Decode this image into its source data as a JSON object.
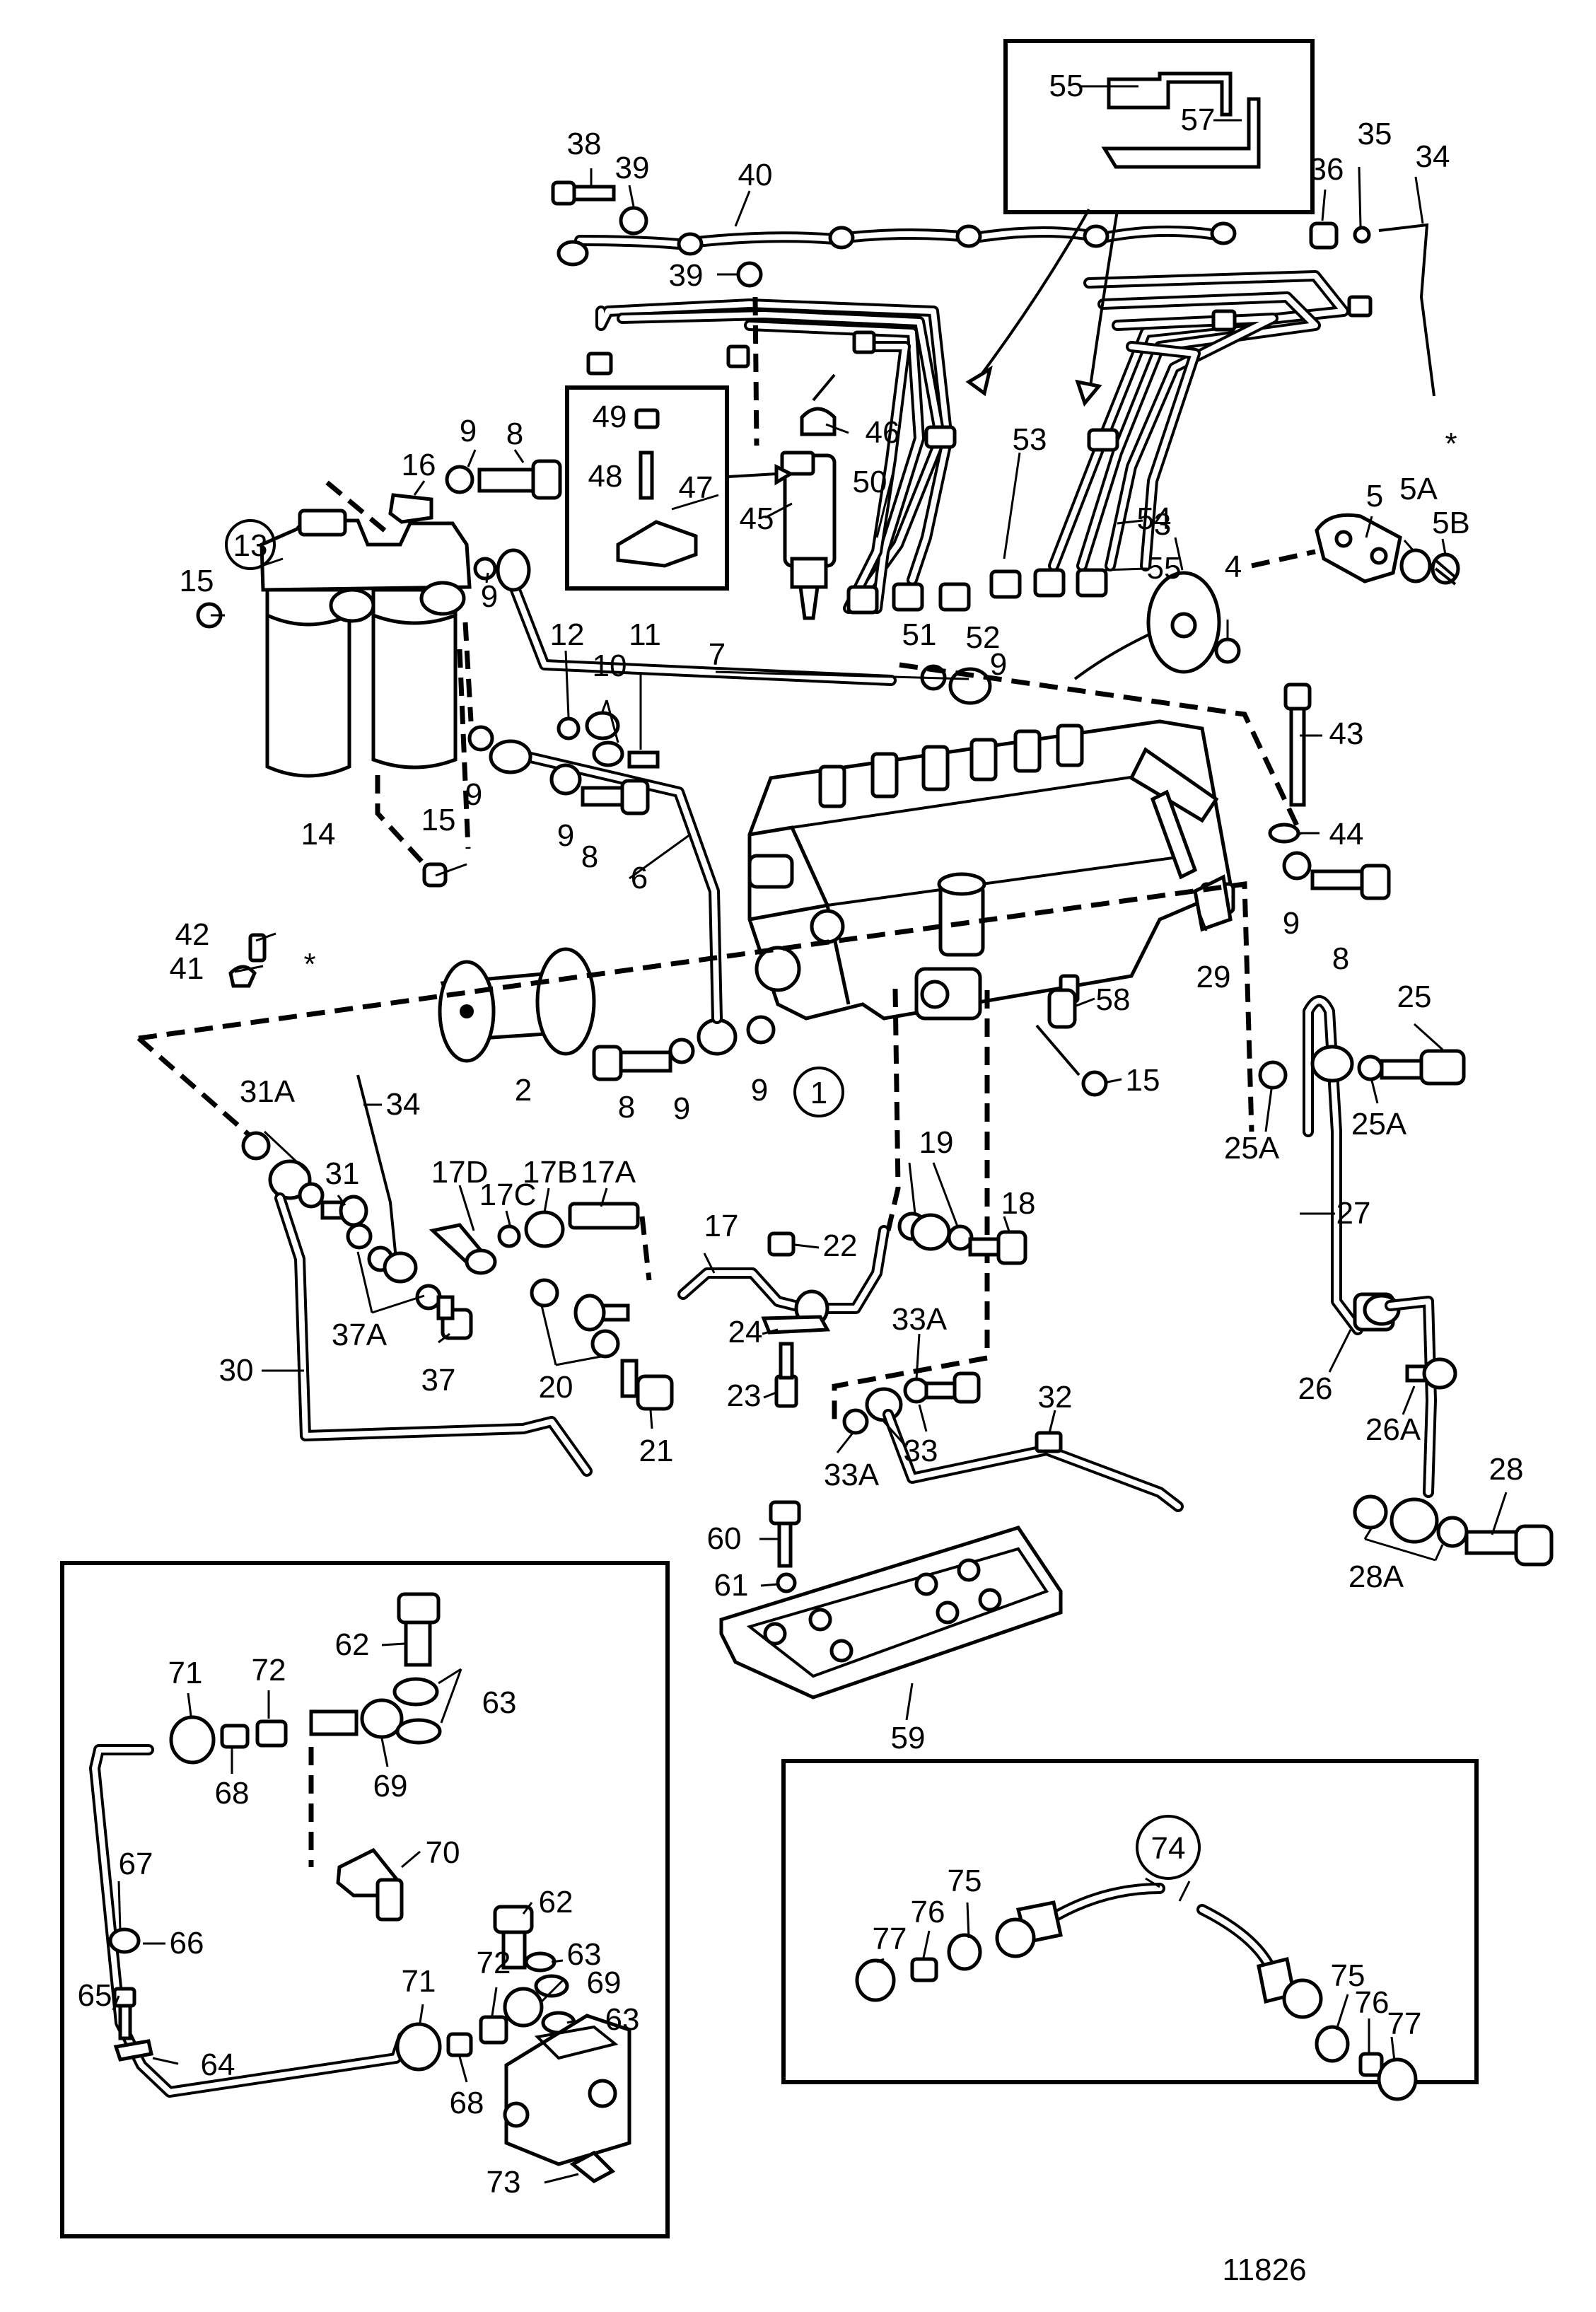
{
  "drawing_number": "11826",
  "labels": {
    "l1": "1",
    "l2": "2",
    "l3": "3",
    "l4": "4",
    "l5": "5",
    "l5A": "5A",
    "l5B": "5B",
    "l6": "6",
    "l7": "7",
    "l8a": "8",
    "l8b": "8",
    "l8c": "8",
    "l8d": "8",
    "l9a": "9",
    "l9b": "9",
    "l9c": "9",
    "l9d": "9",
    "l9e": "9",
    "l9f": "9",
    "l9g": "9",
    "l9h": "9",
    "l10": "10",
    "l11": "11",
    "l12": "12",
    "l13": "13",
    "l14": "14",
    "l15a": "15",
    "l15b": "15",
    "l15c": "15",
    "l16": "16",
    "l17": "17",
    "l17A": "17A",
    "l17B": "17B",
    "l17C": "17C",
    "l17D": "17D",
    "l18": "18",
    "l19": "19",
    "l20": "20",
    "l21": "21",
    "l22": "22",
    "l23": "23",
    "l24": "24",
    "l25": "25",
    "l25Aa": "25A",
    "l25Ab": "25A",
    "l26": "26",
    "l26A": "26A",
    "l27": "27",
    "l28": "28",
    "l28A": "28A",
    "l29": "29",
    "l30": "30",
    "l31": "31",
    "l31A": "31A",
    "l32": "32",
    "l33": "33",
    "l33Aa": "33A",
    "l33Ab": "33A",
    "l34a": "34",
    "l34b": "34",
    "l35": "35",
    "l36": "36",
    "l37": "37",
    "l37A": "37A",
    "l38": "38",
    "l39a": "39",
    "l39b": "39",
    "l40": "40",
    "l41": "41",
    "l42": "42",
    "l43": "43",
    "l44": "44",
    "l45": "45",
    "l46": "46",
    "l47": "47",
    "l48": "48",
    "l49": "49",
    "l50": "50",
    "l51": "51",
    "l52": "52",
    "l53": "53",
    "l54": "54",
    "l55a": "55",
    "l55b": "55",
    "l57": "57",
    "l58": "58",
    "l59": "59",
    "l60": "60",
    "l61": "61",
    "l62a": "62",
    "l62b": "62",
    "l63a": "63",
    "l63b": "63",
    "l63c": "63",
    "l64": "64",
    "l65": "65",
    "l66": "66",
    "l67": "67",
    "l68a": "68",
    "l68b": "68",
    "l69a": "69",
    "l69b": "69",
    "l70": "70",
    "l71a": "71",
    "l71b": "71",
    "l72a": "72",
    "l72b": "72",
    "l73": "73",
    "l74": "74",
    "l75a": "75",
    "l75b": "75",
    "l76a": "76",
    "l76b": "76",
    "l77a": "77",
    "l77b": "77",
    "star1": "*",
    "star2": "*"
  }
}
